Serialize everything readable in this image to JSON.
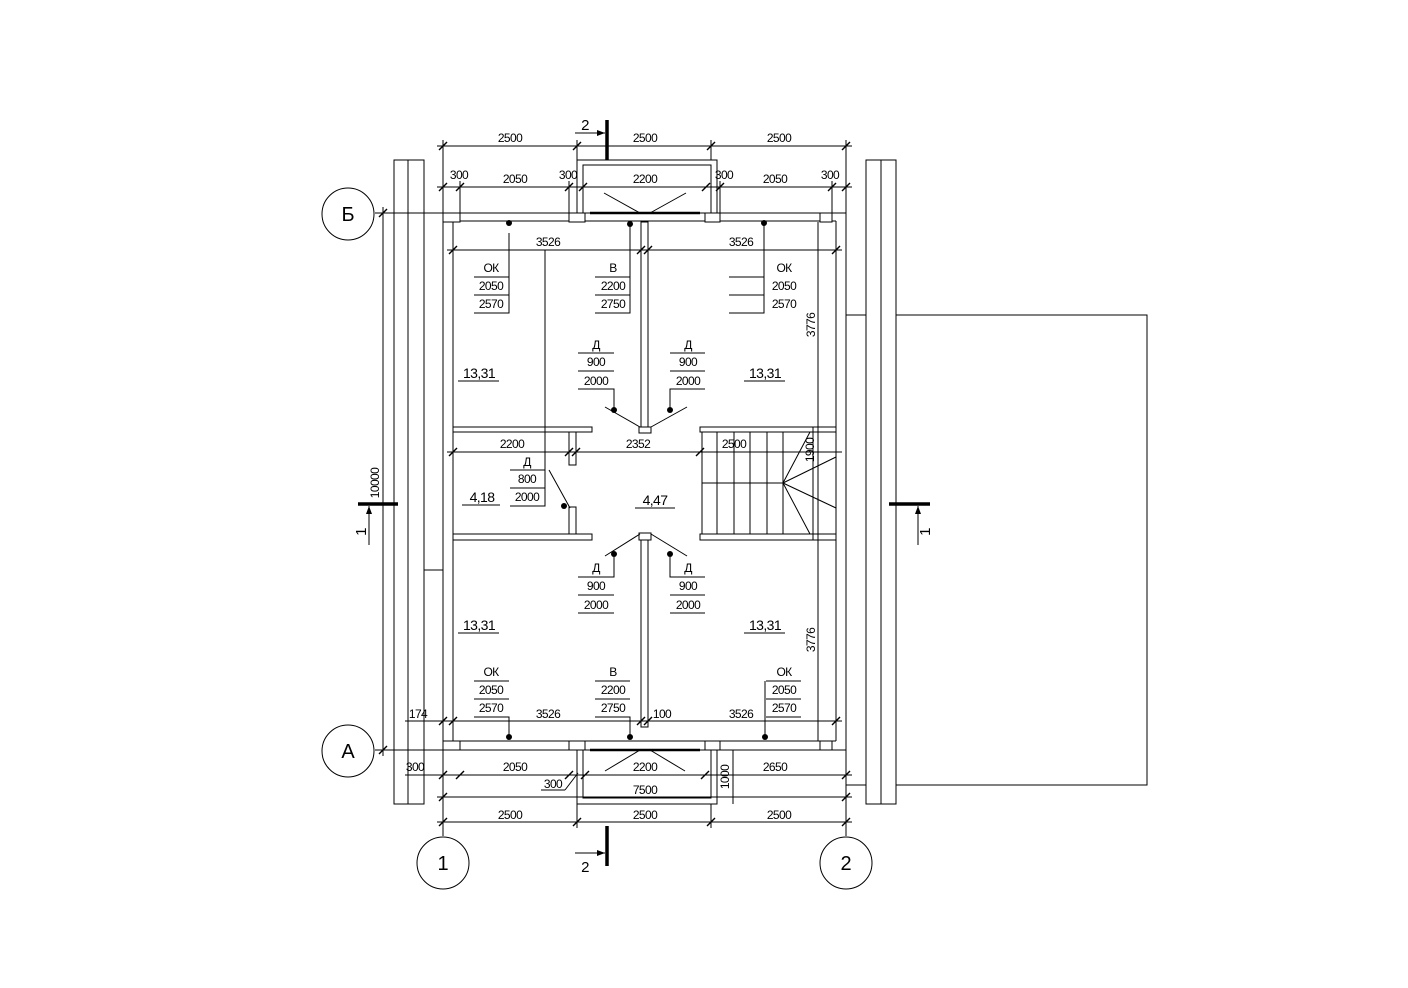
{
  "axes": {
    "row_top": "Б",
    "row_bottom": "А",
    "col_left": "1",
    "col_right": "2"
  },
  "sections": {
    "s2_top": "2",
    "s2_bottom": "2",
    "s1_left": "1",
    "s1_right": "1"
  },
  "dims_top": {
    "a": "2500",
    "b": "2500",
    "c": "2500",
    "d1": "300",
    "d2": "2050",
    "d3": "300",
    "d4": "2200",
    "d5": "300",
    "d6": "2050",
    "d7": "300",
    "r1": "3526",
    "r2": "3526"
  },
  "dims_mid": {
    "corr1": "2200",
    "corr2": "2352",
    "corr3": "2500",
    "stair": "1900",
    "h_top": "3776",
    "h_bot": "3776",
    "overall": "10000"
  },
  "dims_bottom": {
    "e1": "174",
    "e2": "3526",
    "e3": "100",
    "e4": "3526",
    "f1": "300",
    "f2": "2050",
    "f3": "2200",
    "f4": "2650",
    "f5": "1000",
    "f6": "300",
    "g": "7500",
    "h1": "2500",
    "h2": "2500",
    "h3": "2500"
  },
  "windows": {
    "tl": {
      "type": "ОК",
      "w": "2050",
      "h": "2570"
    },
    "tc": {
      "type": "В",
      "w": "2200",
      "h": "2750"
    },
    "tr": {
      "type": "ОК",
      "w": "2050",
      "h": "2570"
    },
    "bl": {
      "type": "ОК",
      "w": "2050",
      "h": "2570"
    },
    "bc": {
      "type": "В",
      "w": "2200",
      "h": "2750"
    },
    "br": {
      "type": "ОК",
      "w": "2050",
      "h": "2570"
    }
  },
  "doors": {
    "tl": {
      "type": "Д",
      "w": "900",
      "h": "2000"
    },
    "tr": {
      "type": "Д",
      "w": "900",
      "h": "2000"
    },
    "bath": {
      "type": "Д",
      "w": "800",
      "h": "2000"
    },
    "bl": {
      "type": "Д",
      "w": "900",
      "h": "2000"
    },
    "br": {
      "type": "Д",
      "w": "900",
      "h": "2000"
    }
  },
  "areas": {
    "room_tl": "13,31",
    "room_tr": "13,31",
    "bath": "4,18",
    "hall": "4,47",
    "room_bl": "13,31",
    "room_br": "13,31"
  }
}
